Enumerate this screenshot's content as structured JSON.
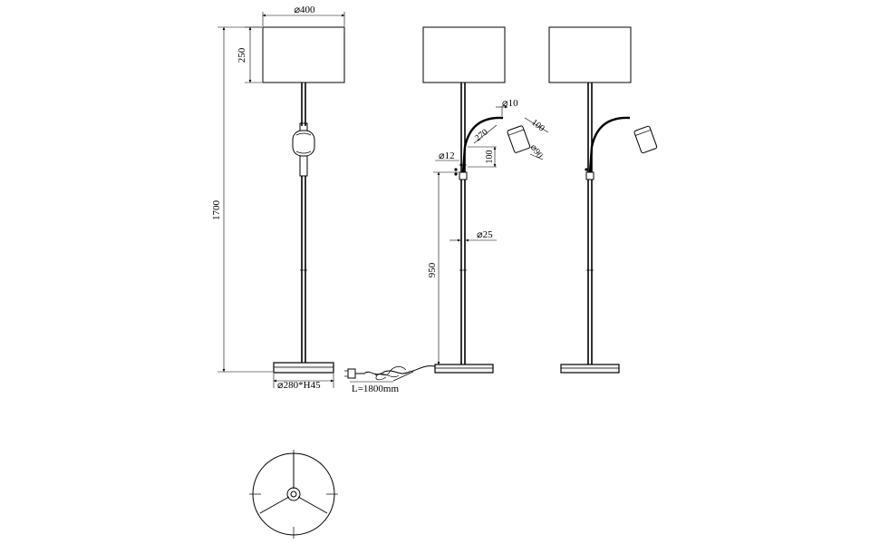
{
  "dimensions": {
    "shade_diameter": "⌀400",
    "shade_height": "250",
    "total_height": "1700",
    "base": "⌀280*H45",
    "cable_length": "L=1800mm",
    "reading_head_diameter": "⌀10",
    "reading_head_length": "100",
    "reading_arm": "270",
    "reading_shade_diameter": "⌀90",
    "switch_diameter": "⌀12",
    "switch_offset": "100",
    "pole_diameter": "⌀25",
    "switch_height": "950"
  }
}
